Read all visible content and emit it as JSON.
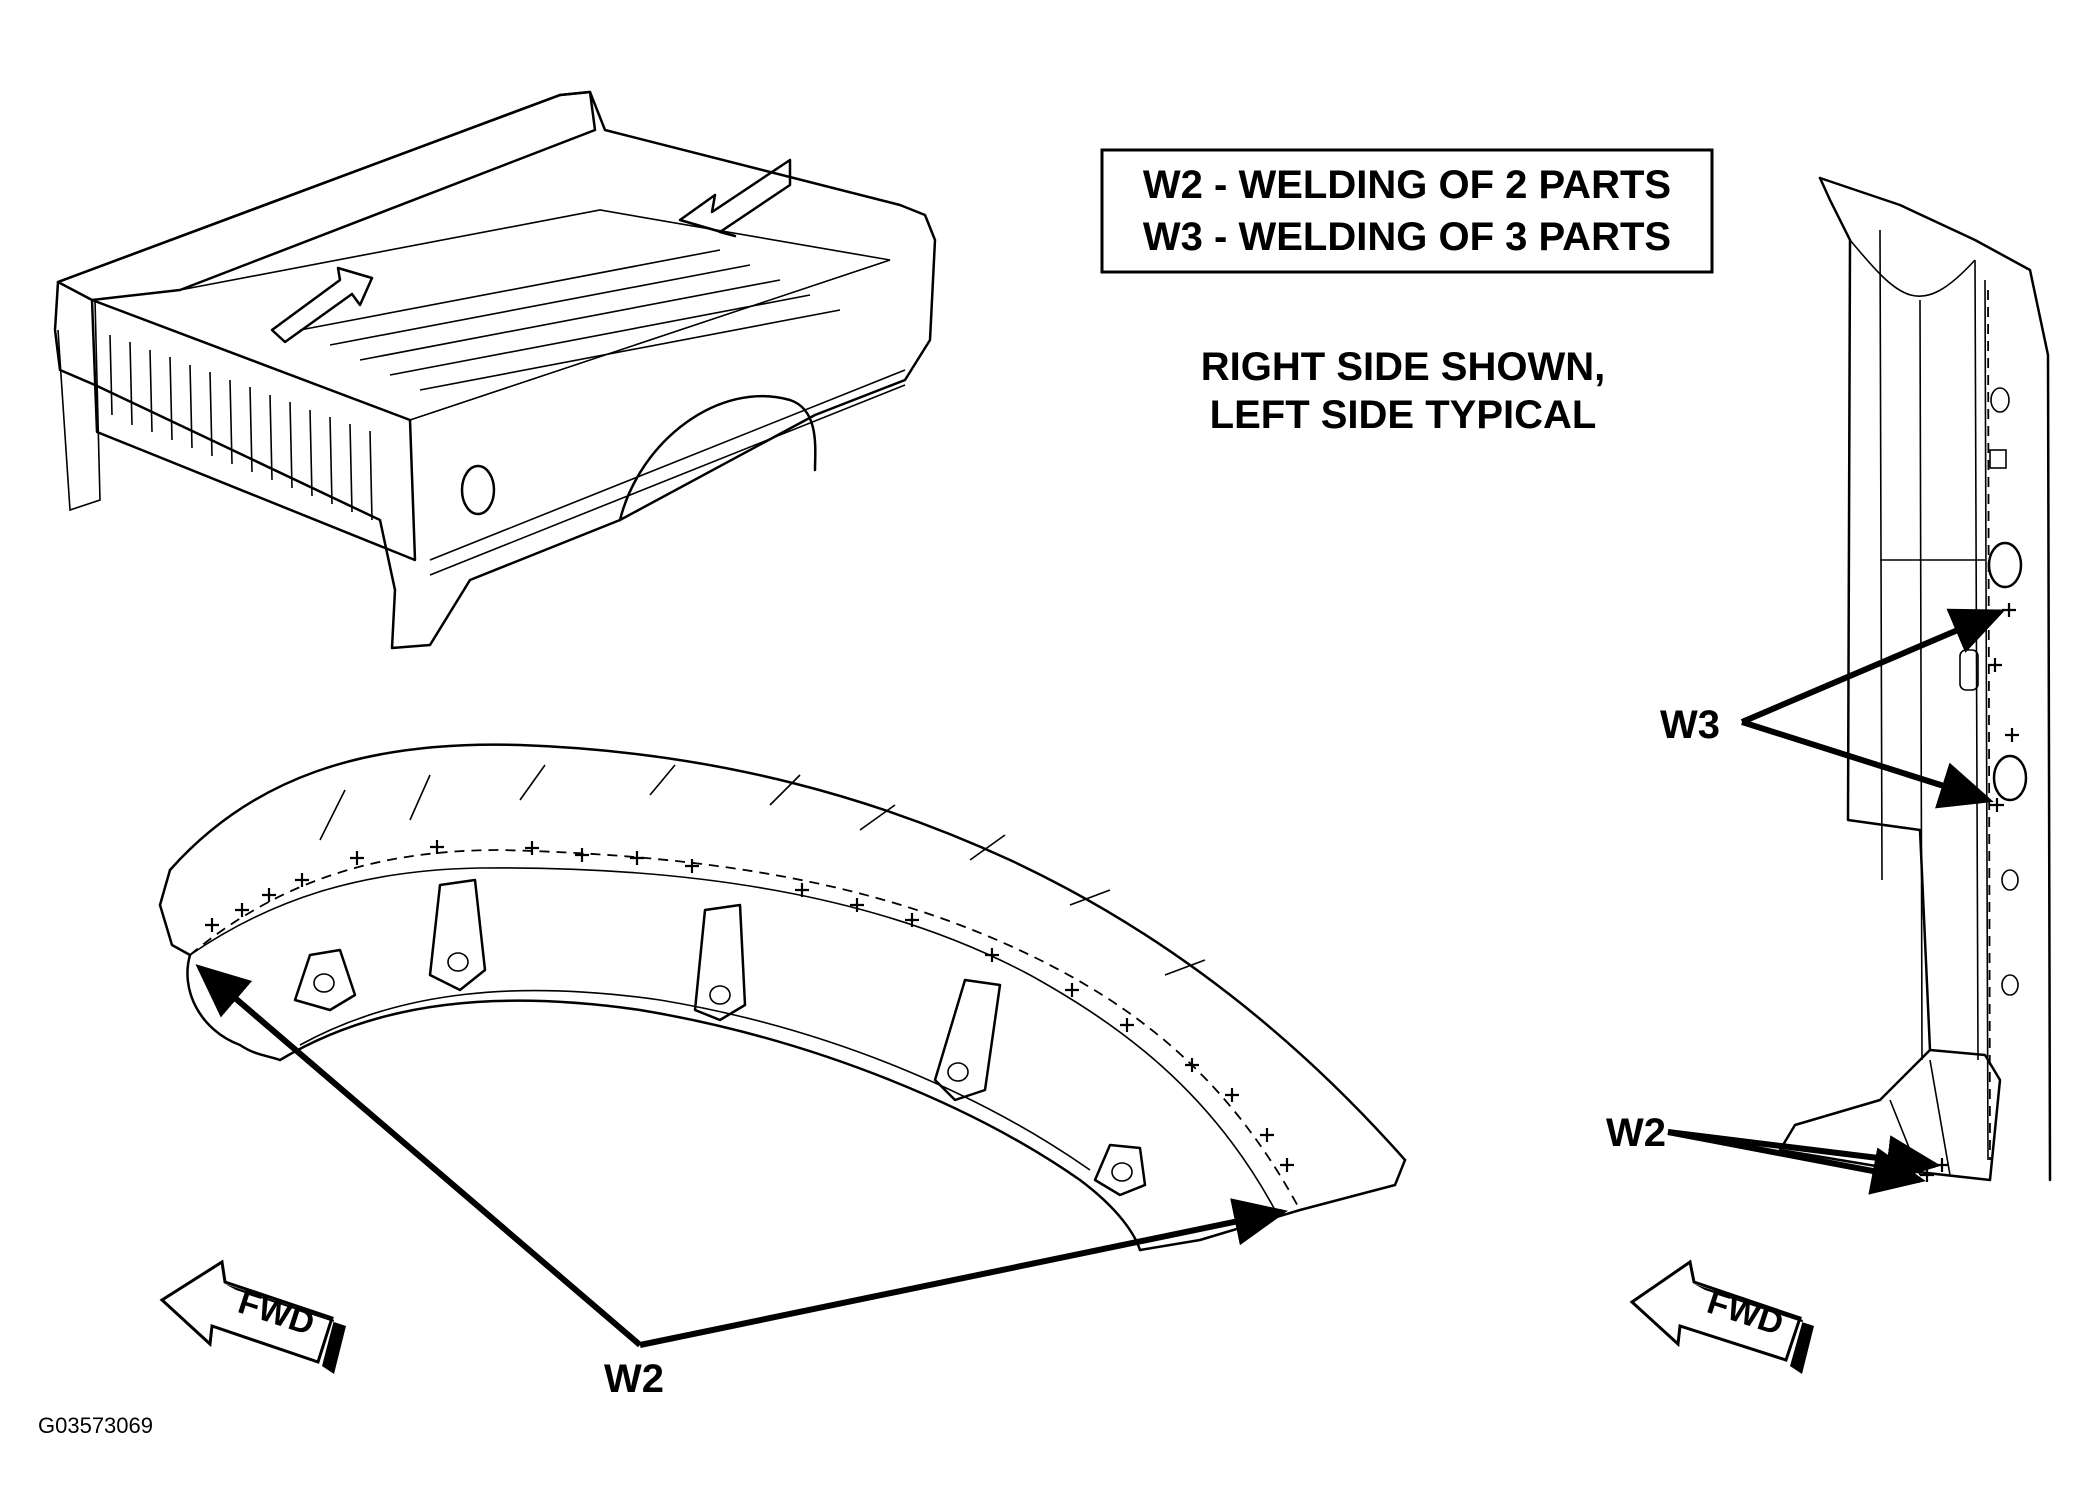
{
  "legend": {
    "line1": "W2 - WELDING OF 2 PARTS",
    "line2": "W3 - WELDING OF 3 PARTS"
  },
  "note": {
    "line1": "RIGHT SIDE SHOWN,",
    "line2": "LEFT SIDE TYPICAL"
  },
  "callouts": {
    "w2_wheelhouse": "W2",
    "w3_pillar": "W3",
    "w2_pillar": "W2"
  },
  "direction": {
    "fwd_left": "FWD",
    "fwd_right": "FWD"
  },
  "figure_code": "G03573069"
}
